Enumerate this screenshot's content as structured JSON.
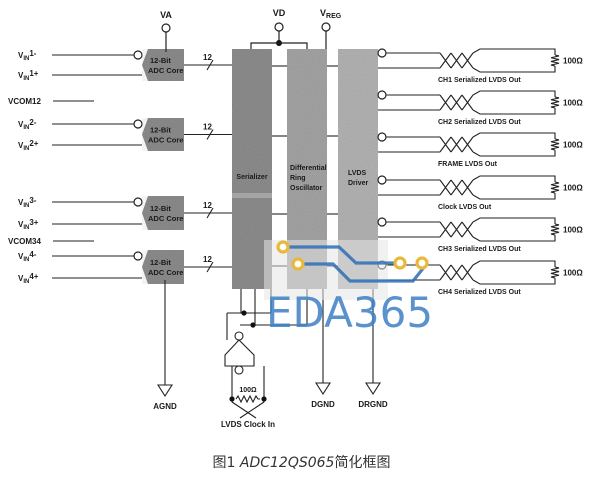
{
  "figure": {
    "caption_prefix": "图1",
    "caption_model": "ADC12QS065",
    "caption_suffix": "简化框图"
  },
  "power_pins": {
    "va": "VA",
    "vd": "VD",
    "vreg_main": "V",
    "vreg_sub": "REG"
  },
  "inputs": [
    {
      "main": "V",
      "sub": "IN",
      "suffix": "1-"
    },
    {
      "main": "V",
      "sub": "IN",
      "suffix": "1+"
    },
    {
      "main": "V",
      "sub": "IN",
      "suffix": "2-"
    },
    {
      "main": "V",
      "sub": "IN",
      "suffix": "2+"
    },
    {
      "main": "V",
      "sub": "IN",
      "suffix": "3-"
    },
    {
      "main": "V",
      "sub": "IN",
      "suffix": "3+"
    },
    {
      "main": "V",
      "sub": "IN",
      "suffix": "4-"
    },
    {
      "main": "V",
      "sub": "IN",
      "suffix": "4+"
    }
  ],
  "vcom": [
    "VCOM12",
    "VCOM34"
  ],
  "adc_cores": [
    {
      "line1": "12-Bit",
      "line2": "ADC Core",
      "bus_width": "12"
    },
    {
      "line1": "12-Bit",
      "line2": "ADC Core",
      "bus_width": "12"
    },
    {
      "line1": "12-Bit",
      "line2": "ADC Core",
      "bus_width": "12"
    },
    {
      "line1": "12-Bit",
      "line2": "ADC Core",
      "bus_width": "12"
    }
  ],
  "blocks": {
    "serializer": "Serializer",
    "oscillator": [
      "Differential",
      "Ring",
      "Oscillator"
    ],
    "driver": [
      "LVDS",
      "Driver"
    ]
  },
  "outputs": [
    {
      "label": "CH1 Serialized LVDS Out",
      "termination": "100Ω"
    },
    {
      "label": "CH2 Serialized LVDS Out",
      "termination": "100Ω"
    },
    {
      "label": "FRAME LVDS Out",
      "termination": "100Ω"
    },
    {
      "label": "Clock LVDS Out",
      "termination": "100Ω"
    },
    {
      "label": "CH3 Serialized LVDS Out",
      "termination": "100Ω"
    },
    {
      "label": "CH4 Serialized LVDS Out",
      "termination": "100Ω"
    }
  ],
  "clock_input": {
    "termination": "100Ω",
    "label": "LVDS Clock In"
  },
  "grounds": {
    "agnd": "AGND",
    "dgnd": "DGND",
    "drgnd": "DRGND"
  },
  "watermark": {
    "text": "EDA365",
    "text_color": "#3d7fc4",
    "trace_color": "#2e6fb5",
    "pad_color": "#e8b93a"
  }
}
